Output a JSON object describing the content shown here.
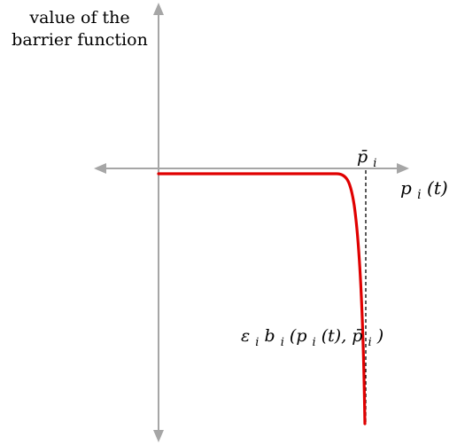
{
  "y_axis_label": {
    "line1": "value of the",
    "line2": "barrier function"
  },
  "x_axis_label": {
    "base": "p",
    "sub": "i",
    "tail": "(t)"
  },
  "threshold_label": {
    "base": "p̄",
    "sub": "i"
  },
  "curve_label": {
    "eps": "ε",
    "b": "b",
    "i": "i",
    "open_p": "(p",
    "t_part": "(t), ",
    "pbar": "p̄",
    "close": ")"
  },
  "colors": {
    "axis": "#a6a6a6",
    "curve": "#e00000",
    "asymptote": "#000000"
  }
}
